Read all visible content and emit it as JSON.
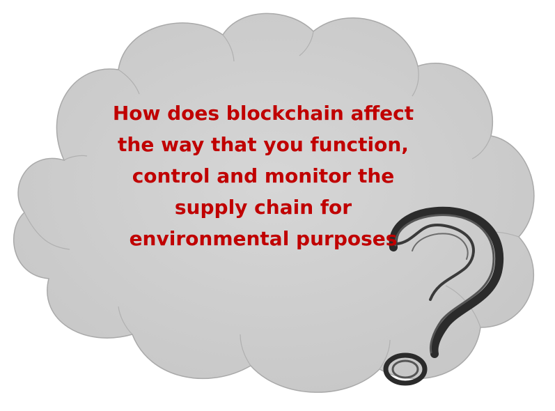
{
  "question": {
    "lines": [
      "How does blockchain affect",
      "the way that you function,",
      "control and monitor the",
      "supply chain for",
      "environmental purposes"
    ]
  },
  "colors": {
    "background": "#ffffff",
    "cloud_fill": "#cfcfcf",
    "cloud_stroke": "#a8a8a8",
    "text": "#c00000",
    "question_mark": "#2b2b2b"
  },
  "icons": {
    "cloud": "thought-cloud-shape",
    "question_mark": "scribbled-question-mark-icon"
  }
}
